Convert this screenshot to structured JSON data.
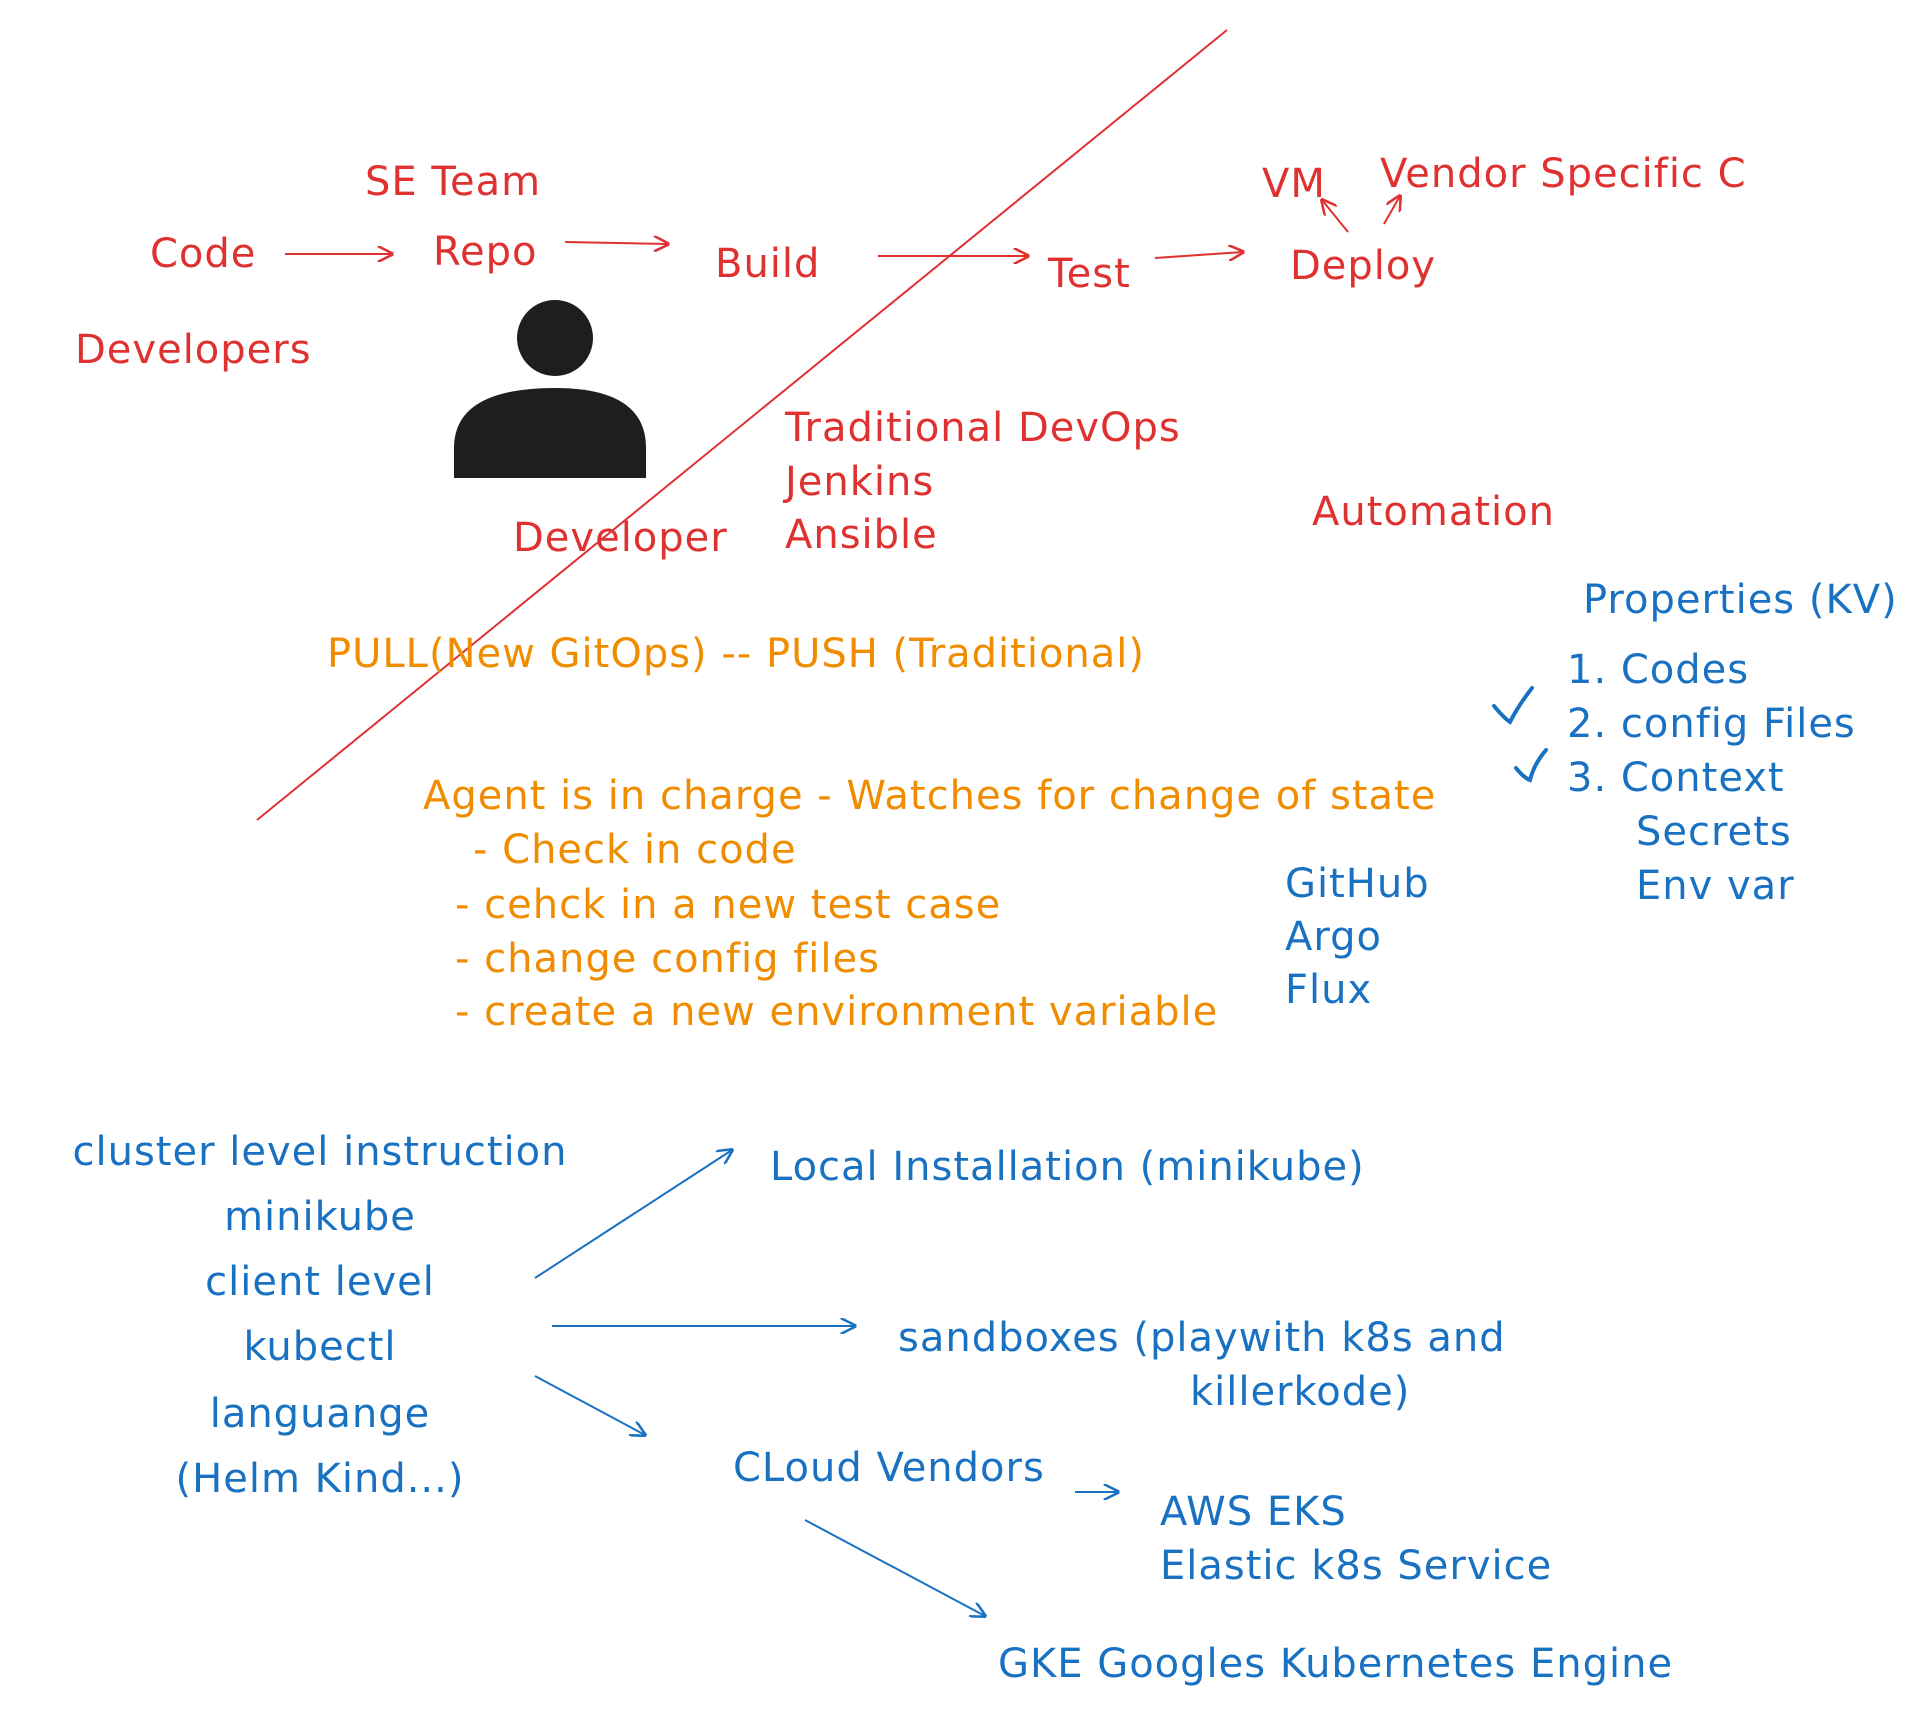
{
  "colors": {
    "red": "#e03131",
    "orange": "#f08c00",
    "blue": "#1971c2",
    "person": "#1e1e1e"
  },
  "pipeline": {
    "code": "Code",
    "se_team": "SE Team",
    "repo": "Repo",
    "build": "Build",
    "test": "Test",
    "deploy": "Deploy",
    "vm": "VM",
    "vendor_specific": "Vendor Specific C",
    "developers": "Developers",
    "developer": "Developer"
  },
  "traditional": {
    "title": "Traditional DevOps",
    "tools": [
      "Jenkins",
      "Ansible"
    ]
  },
  "automation": "Automation",
  "pull_push": "PULL(New GitOps) -- PUSH (Traditional)",
  "agent": {
    "heading": "Agent is in charge - Watches for change of state",
    "items": [
      "- Check in code",
      "- cehck in a new test case",
      "- change config files",
      "- create a new environment variable"
    ]
  },
  "gitops_tools": [
    "GitHub",
    "Argo",
    "Flux"
  ],
  "properties": {
    "title": "Properties (KV)",
    "items": [
      "1. Codes",
      "2. config Files",
      "3. Context"
    ],
    "subitems": [
      "Secrets",
      "Env var"
    ],
    "check_icon": "check-mark-icon"
  },
  "cluster": {
    "lines": [
      "cluster level instruction",
      "minikube",
      "client level",
      "kubectl",
      "languange",
      "(Helm Kind...)"
    ]
  },
  "targets": {
    "local": "Local Installation (minikube)",
    "sandboxes_line1": "sandboxes (playwith k8s and",
    "sandboxes_line2": "killerkode)",
    "cloud": "CLoud Vendors",
    "aws_line1": "AWS EKS",
    "aws_line2": "Elastic k8s Service",
    "gke": "GKE Googles Kubernetes Engine"
  }
}
